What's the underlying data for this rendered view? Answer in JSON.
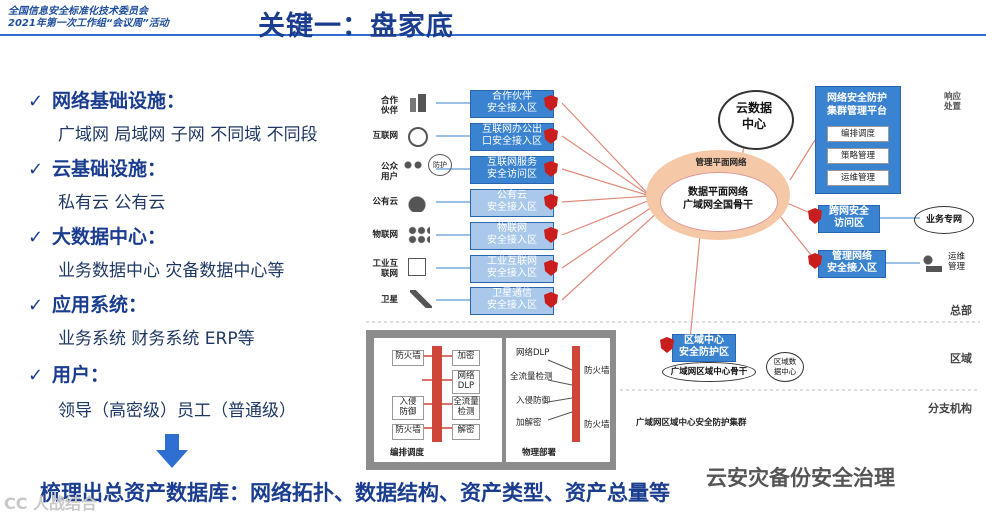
{
  "header": {
    "org_line1": "全国信息安全标准化技术委员会",
    "org_line2": "2021年第一次工作组“会议周”活动",
    "title": "关键一：盘家底"
  },
  "left_list": [
    {
      "head": "网络基础设施：",
      "sub": "广域网 局域网 子网 不同域 不同段"
    },
    {
      "head": "云基础设施：",
      "sub": "私有云 公有云"
    },
    {
      "head": "大数据中心：",
      "sub": "业务数据中心 灾备数据中心等"
    },
    {
      "head": "应用系统：",
      "sub": "业务系统 财务系统 ERP等"
    },
    {
      "head": "用户：",
      "sub": "领导（高密级）员工（普通级）"
    }
  ],
  "bottom_text": "梳理出总资产数据库：网络拓扑、数据结构、资产类型、资产总量等",
  "watermark": "云安灾备份安全治理",
  "watermark_left": "CC 人战结合",
  "diagram": {
    "left_sources": [
      {
        "label": "合作\n伙伴",
        "box": "合作伙伴\n安全接入区",
        "pale": false
      },
      {
        "label": "互联网",
        "box": "互联网办公出\n口安全接入区",
        "pale": false
      },
      {
        "label": "公众\n用户",
        "box": "互联网服务\n安全访问区",
        "pale": false,
        "tag": "防护"
      },
      {
        "label": "公有云",
        "box": "公有云\n安全接入区",
        "pale": true
      },
      {
        "label": "物联网",
        "box": "物联网\n安全接入区",
        "pale": true
      },
      {
        "label": "工业互\n联网",
        "box": "工业互联网\n安全接入区",
        "pale": true
      },
      {
        "label": "卫星",
        "box": "卫星通信\n安全接入区",
        "pale": true
      }
    ],
    "core_outer": "管理平面网络",
    "core_inner": "数据平面网络\n广域网全国骨干",
    "cloud_dc": "云数据\n中心",
    "mgmt_platform": {
      "title": "网络安全防护\n集群管理平台",
      "items": [
        "编排调度",
        "策略管理",
        "运维管理"
      ]
    },
    "cross_zone": "跨网安全\n访问区",
    "business_net": "业务专网",
    "mgmt_access": "管理网络\n安全接入区",
    "ops_mgmt": "运维\n管理",
    "right_top_label": "响应\n处置",
    "regional_center": "区域中心\n安全防护区",
    "regional_backbone": "广域网区域中心骨干",
    "regional_dc": "区域数\n据中心",
    "cluster_caption": "广域网区域中心安全防护集群",
    "orchestration": {
      "items_left": [
        "防火墙",
        "入侵\n防御",
        "防火墙"
      ],
      "items_right": [
        "加密",
        "网络\nDLP",
        "全流量\n检测",
        "解密"
      ],
      "caption": "编排调度"
    },
    "physical": {
      "labels": [
        "网络DLP",
        "全流量检测",
        "入侵防御",
        "加解密",
        "防火墙",
        "防火墙"
      ],
      "caption": "物理部署"
    },
    "regions": [
      "总部",
      "区域",
      "分支机构"
    ]
  }
}
